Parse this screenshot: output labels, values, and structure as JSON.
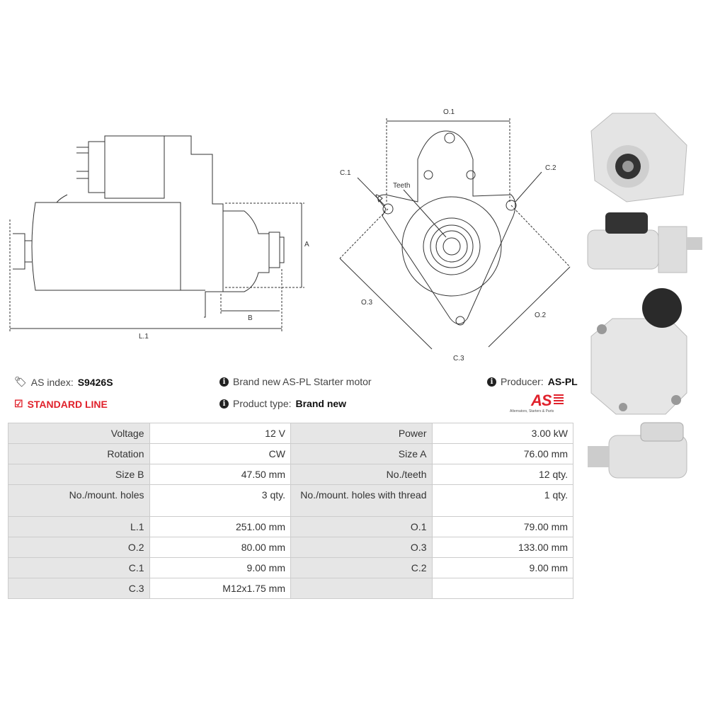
{
  "drawings": {
    "side_view_labels": {
      "a": "A",
      "b": "B",
      "l1": "L.1"
    },
    "front_view_labels": {
      "o1": "O.1",
      "o2": "O.2",
      "o3": "O.3",
      "c1": "C.1",
      "c2": "C.2",
      "c3": "C.3",
      "teeth": "Teeth"
    }
  },
  "info": {
    "as_index_label": "AS index:",
    "as_index_value": "S9426S",
    "line": "STANDARD LINE",
    "description": "Brand new AS-PL Starter motor",
    "product_type_label": "Product type:",
    "product_type_value": "Brand new",
    "producer_label": "Producer:",
    "producer_value": "AS-PL",
    "logo_text": "AS",
    "logo_tagline": "Alternators, Starters & Parts",
    "brand_color": "#e0212b"
  },
  "specs": [
    [
      "Voltage",
      "12 V",
      "Power",
      "3.00 kW"
    ],
    [
      "Rotation",
      "CW",
      "Size A",
      "76.00 mm"
    ],
    [
      "Size B",
      "47.50 mm",
      "No./teeth",
      "12 qty."
    ],
    [
      "No./mount. holes",
      "3 qty.",
      "No./mount. holes with thread",
      "1 qty."
    ],
    [
      "L.1",
      "251.00 mm",
      "O.1",
      "79.00 mm"
    ],
    [
      "O.2",
      "80.00 mm",
      "O.3",
      "133.00 mm"
    ],
    [
      "C.1",
      "9.00 mm",
      "C.2",
      "9.00 mm"
    ],
    [
      "C.3",
      "M12x1.75 mm",
      "",
      ""
    ]
  ]
}
